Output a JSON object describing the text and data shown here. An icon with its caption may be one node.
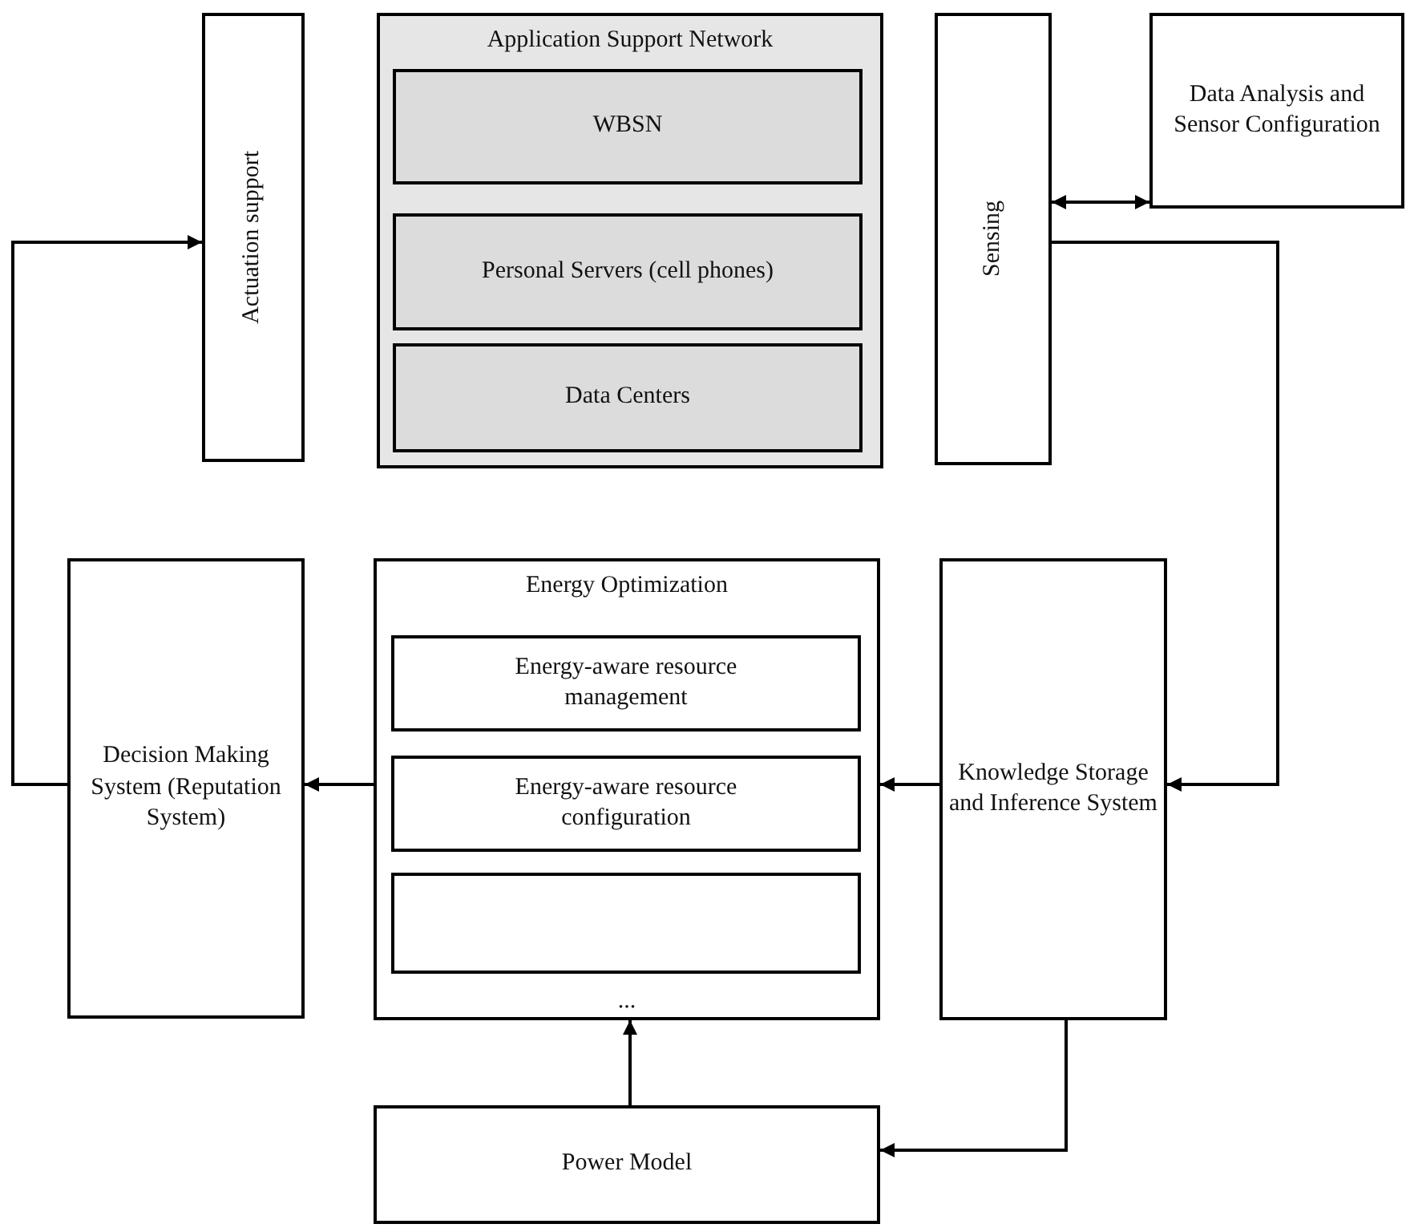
{
  "diagram": {
    "nodes": [
      {
        "text": [
          "Actuation support"
        ]
      },
      {
        "text": [
          "Application Support Network"
        ]
      },
      {
        "text": [
          "WBSN"
        ],
        "in": 1
      },
      {
        "text": [
          "Personal Servers (cell phones)"
        ],
        "in": 1
      },
      {
        "text": [
          "Data Centers"
        ],
        "in": 1
      },
      {
        "text": [
          "Sensing"
        ]
      },
      {
        "text": [
          "Data Analysis and Sensor Configuration"
        ]
      },
      {
        "text": [
          "Decision Making System (Reputation System)"
        ]
      },
      {
        "text": [
          "Energy Optimization",
          "..."
        ]
      },
      {
        "text": [
          "Energy-aware resource management"
        ],
        "in": 8
      },
      {
        "text": [
          "Energy-aware resource configuration"
        ],
        "in": 8
      },
      {
        "text": [],
        "shape": "box",
        "in": 8
      },
      {
        "text": [
          "Knowledge Storage and Inference System"
        ]
      },
      {
        "text": [
          "Power Model"
        ]
      }
    ],
    "edges": [
      {
        "from": 5,
        "to": 6,
        "arrow": "both"
      },
      {
        "from": 5,
        "to": 12,
        "arrow": "to"
      },
      {
        "from": 12,
        "to": 8,
        "arrow": "to"
      },
      {
        "from": 8,
        "to": 7,
        "arrow": "to"
      },
      {
        "from": 7,
        "to": 0,
        "arrow": "to"
      },
      {
        "from": 12,
        "to": 13,
        "arrow": "to"
      },
      {
        "from": 13,
        "to": 8,
        "arrow": "to"
      }
    ]
  }
}
